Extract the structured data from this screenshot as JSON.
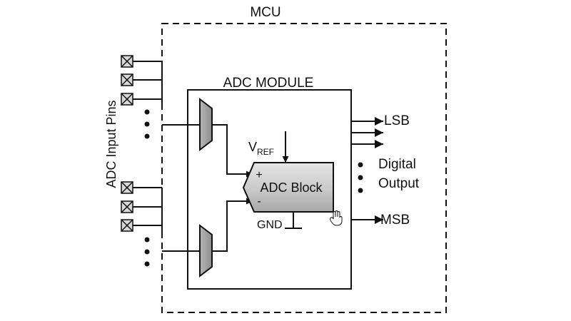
{
  "diagram": {
    "mcu_label": "MCU",
    "adc_module_label": "ADC MODULE",
    "adc_input_pins_label": "ADC Input Pins",
    "adc_block_label": "ADC Block",
    "vref_label": "V",
    "vref_subscript": "REF",
    "plus_sign": "+",
    "minus_sign": "-",
    "gnd_label": "GND",
    "lsb_label": "LSB",
    "msb_label": "MSB",
    "digital_output_line1": "Digital",
    "digital_output_line2": "Output"
  }
}
